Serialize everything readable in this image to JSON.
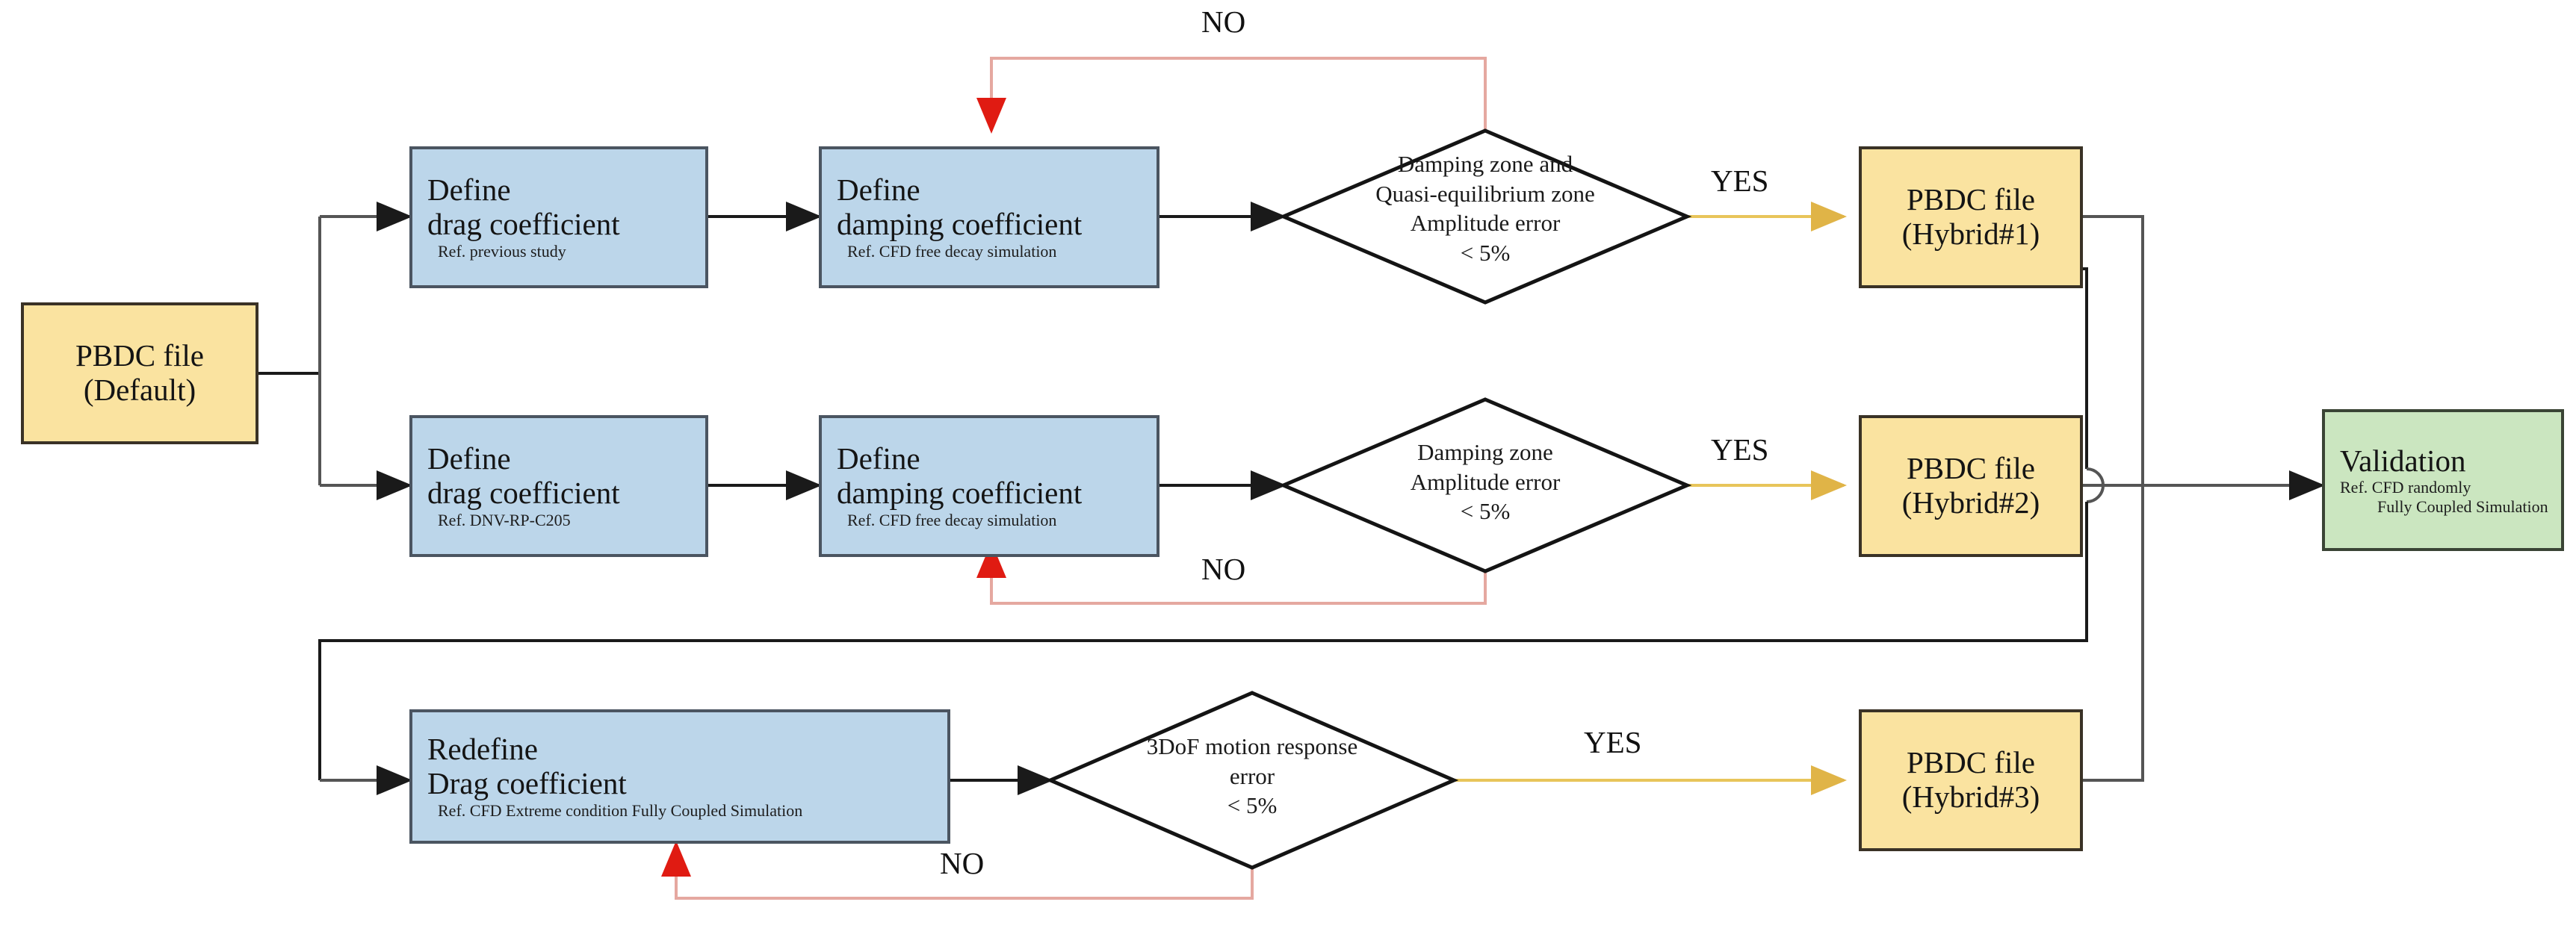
{
  "diagram": {
    "title": "PBDC hybrid model calibration flowchart",
    "colors": {
      "yellow_fill": "#fae3a0",
      "blue_fill": "#bcd6ea",
      "green_fill": "#cbe6c0",
      "yes_arrow": "#e8c55a",
      "no_arrow": "#e5a8a0",
      "no_arrow_head": "#e01b12",
      "flow_line": "#555555"
    }
  },
  "nodes": {
    "start": {
      "line1": "PBDC file",
      "line2": "(Default)",
      "shape": "rectangle",
      "fill": "yellow"
    },
    "drag1": {
      "line1": "Define",
      "line2": "drag coefficient",
      "sub": "Ref. previous study",
      "shape": "rectangle",
      "fill": "blue"
    },
    "damp1": {
      "line1": "Define",
      "line2": "damping coefficient",
      "sub": "Ref. CFD free decay simulation",
      "shape": "rectangle",
      "fill": "blue"
    },
    "drag2": {
      "line1": "Define",
      "line2": "drag coefficient",
      "sub": "Ref. DNV-RP-C205",
      "shape": "rectangle",
      "fill": "blue"
    },
    "damp2": {
      "line1": "Define",
      "line2": "damping coefficient",
      "sub": "Ref. CFD free decay simulation",
      "shape": "rectangle",
      "fill": "blue"
    },
    "redefine": {
      "line1": "Redefine",
      "line2": "Drag coefficient",
      "sub": "Ref. CFD Extreme condition Fully Coupled Simulation",
      "shape": "rectangle",
      "fill": "blue"
    },
    "decision1": {
      "line1": "Damping zone and",
      "line2": "Quasi-equilibrium zone",
      "line3": "Amplitude error",
      "line4": "< 5%",
      "shape": "diamond"
    },
    "decision2": {
      "line1": "Damping zone",
      "line2": "Amplitude error",
      "line3": "< 5%",
      "shape": "diamond"
    },
    "decision3": {
      "line1": "3DoF motion response",
      "line2": "error",
      "line3": "< 5%",
      "shape": "diamond"
    },
    "hybrid1": {
      "line1": "PBDC file",
      "line2": "(Hybrid#1)",
      "shape": "rectangle",
      "fill": "yellow"
    },
    "hybrid2": {
      "line1": "PBDC file",
      "line2": "(Hybrid#2)",
      "shape": "rectangle",
      "fill": "yellow"
    },
    "hybrid3": {
      "line1": "PBDC file",
      "line2": "(Hybrid#3)",
      "shape": "rectangle",
      "fill": "yellow"
    },
    "validation": {
      "line1": "Validation",
      "sub1": "Ref. CFD randomly",
      "sub2": "Fully Coupled Simulation",
      "shape": "rectangle",
      "fill": "green"
    }
  },
  "edge_labels": {
    "no_top": "NO",
    "no_middle": "NO",
    "no_bottom": "NO",
    "yes_row1": "YES",
    "yes_row2": "YES",
    "yes_row3": "YES"
  }
}
